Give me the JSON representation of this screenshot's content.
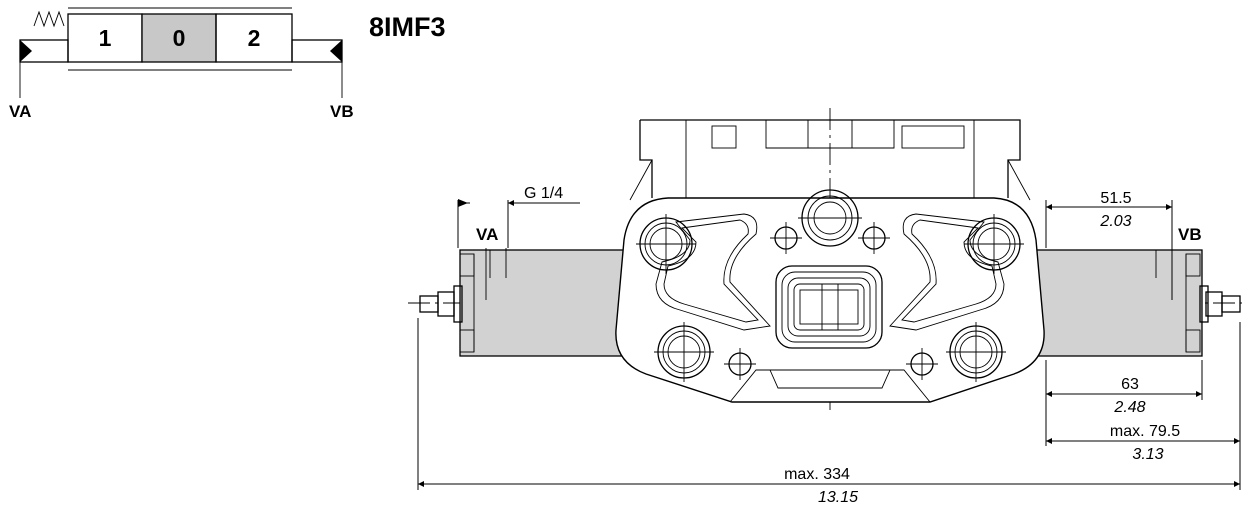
{
  "model": "8IMF3",
  "symbol": {
    "positions": [
      "1",
      "0",
      "2"
    ],
    "port_left": "VA",
    "port_right": "VB"
  },
  "drawing": {
    "thread_label": "G 1/4",
    "port_left": "VA",
    "port_right": "VB",
    "dimensions": [
      {
        "mm": "51.5",
        "inch": "2.03"
      },
      {
        "mm": "63",
        "inch": "2.48"
      },
      {
        "mm": "max. 79.5",
        "inch": "3.13"
      },
      {
        "mm": "max. 334",
        "inch": "13.15"
      }
    ]
  },
  "colors": {
    "line": "#000000",
    "shade": "#d2d2d2",
    "background": "#ffffff"
  }
}
